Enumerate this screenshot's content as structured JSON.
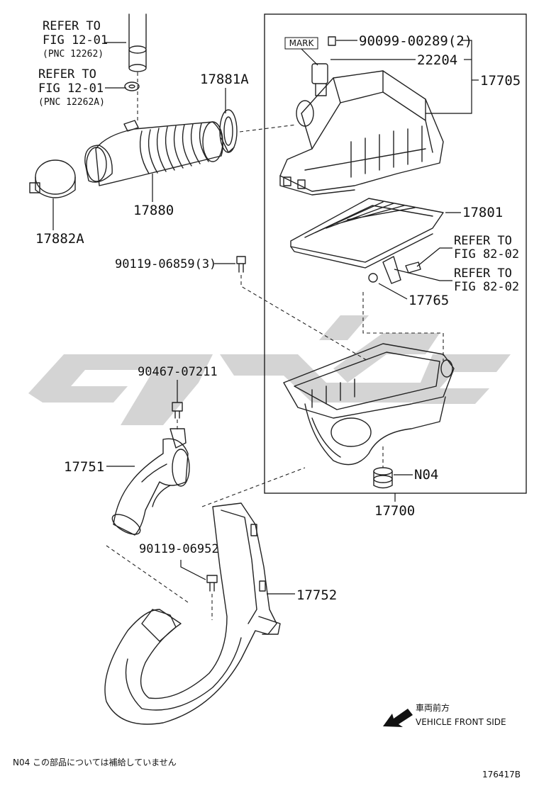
{
  "refs": {
    "refer1_line1": "REFER TO",
    "refer1_line2": "FIG 12-01",
    "refer1_line3": "(PNC 12262)",
    "refer2_line1": "REFER TO",
    "refer2_line2": "FIG 12-01",
    "refer2_line3": "(PNC 12262A)",
    "refer3_line1": "REFER TO",
    "refer3_line2": "FIG 82-02",
    "refer4_line1": "REFER TO",
    "refer4_line2": "FIG 82-02"
  },
  "parts": {
    "p17881A": "17881A",
    "p17880": "17880",
    "p17882A": "17882A",
    "p90099": "90099-00289(2)",
    "p22204": "22204",
    "p17705": "17705",
    "p17801": "17801",
    "p90119a": "90119-06859(3)",
    "p17765": "17765",
    "p90467": "90467-07211",
    "p17751": "17751",
    "p17700": "17700",
    "pN04": "N04",
    "p90119b": "90119-06952",
    "p17752": "17752"
  },
  "mark_label": "MARK",
  "direction": {
    "japanese": "車両前方",
    "english": "VEHICLE FRONT SIDE"
  },
  "footnote": "N04 この部品については補給していません",
  "figure_number": "176417B",
  "watermark_color": "#d4d4d4",
  "line_color": "#222222"
}
